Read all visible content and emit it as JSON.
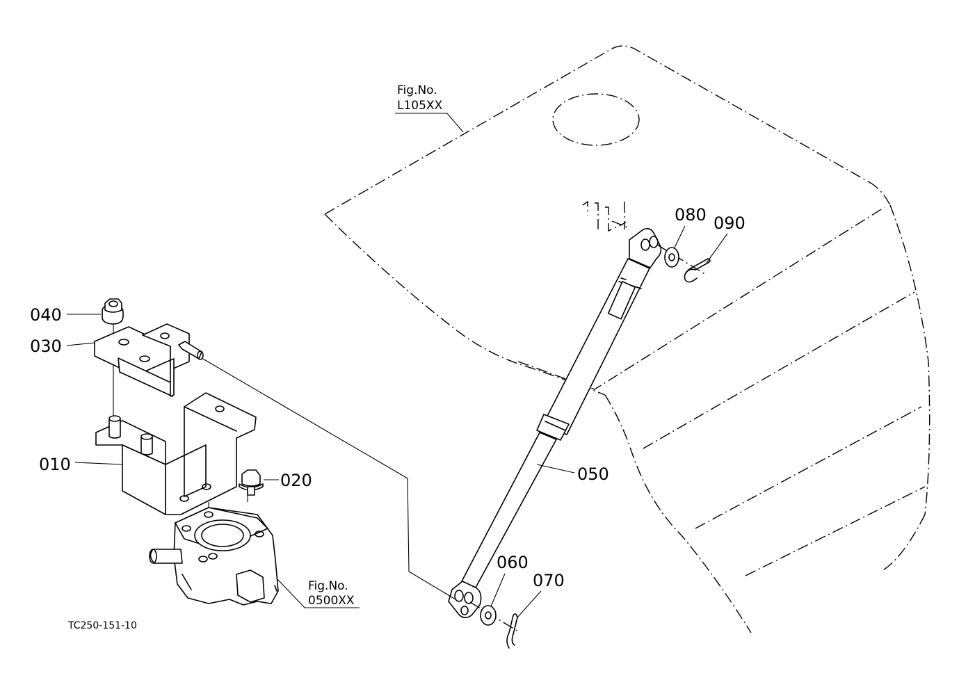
{
  "figure_code": "TC250-151-10",
  "callouts": {
    "hood_ref": {
      "line1": "Fig.No.",
      "line2": "L105XX"
    },
    "pump_ref": {
      "line1": "Fig.No.",
      "line2": "0500XX"
    }
  },
  "parts": {
    "p010": "010",
    "p020": "020",
    "p030": "030",
    "p040": "040",
    "p050": "050",
    "p060": "060",
    "p070": "070",
    "p080": "080",
    "p090": "090"
  }
}
